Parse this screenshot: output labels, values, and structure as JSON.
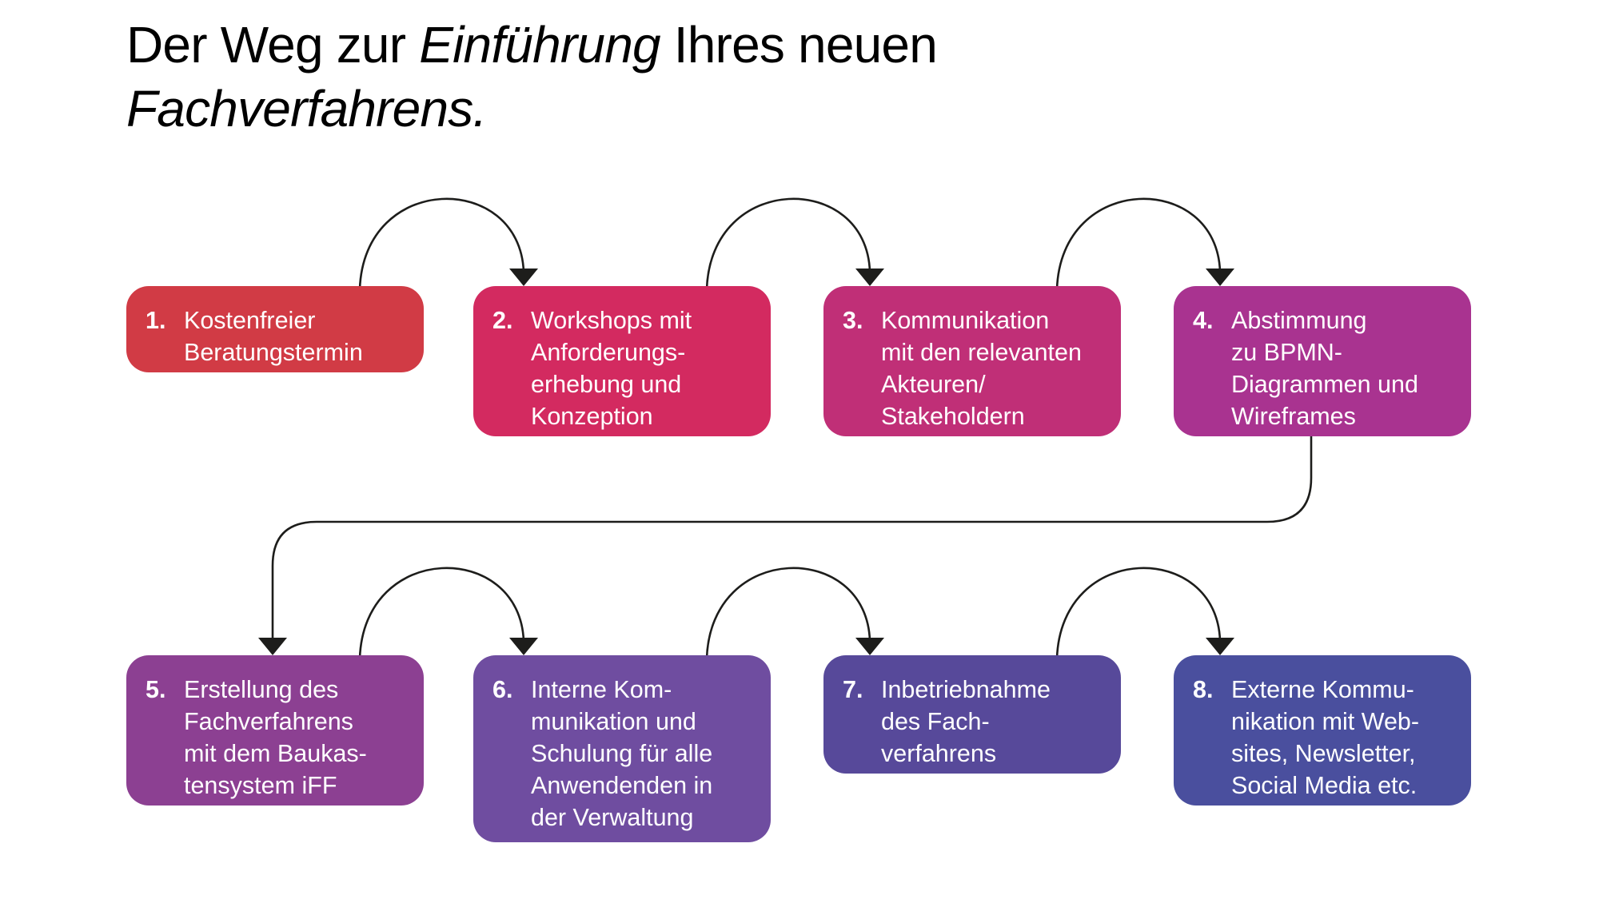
{
  "title": {
    "line1_regular": "Der Weg zur ",
    "line1_italic": "Einführung",
    "line1_rest": " Ihres neuen",
    "line2_italic": "Fachverfahrens."
  },
  "steps": [
    {
      "num": "1.",
      "text": "Kostenfreier\nBeratungstermin",
      "color": "#d13b45"
    },
    {
      "num": "2.",
      "text": "Workshops mit\nAnforderungs-\nerhebung und\nKonzeption",
      "color": "#d32a60"
    },
    {
      "num": "3.",
      "text": "Kommunikation\nmit den relevanten\nAkteuren/\nStakeholdern",
      "color": "#c02f77"
    },
    {
      "num": "4.",
      "text": "Abstimmung\nzu BPMN-\nDiagrammen und\nWireframes",
      "color": "#a93390"
    },
    {
      "num": "5.",
      "text": "Erstellung des\nFachverfahrens\nmit dem Baukas-\ntensystem iFF",
      "color": "#8c4092"
    },
    {
      "num": "6.",
      "text": "Interne Kom-\nmunikation und\nSchulung für alle\nAnwendenden in\nder Verwaltung",
      "color": "#6f4da0"
    },
    {
      "num": "7.",
      "text": "Inbetriebnahme\ndes Fach-\nverfahrens",
      "color": "#57499a"
    },
    {
      "num": "8.",
      "text": "Externe Kommu-\nnikation mit Web-\nsites, Newsletter,\nSocial Media etc.",
      "color": "#4a4f9e"
    }
  ],
  "arrows": {
    "color": "#1d1d1b"
  }
}
